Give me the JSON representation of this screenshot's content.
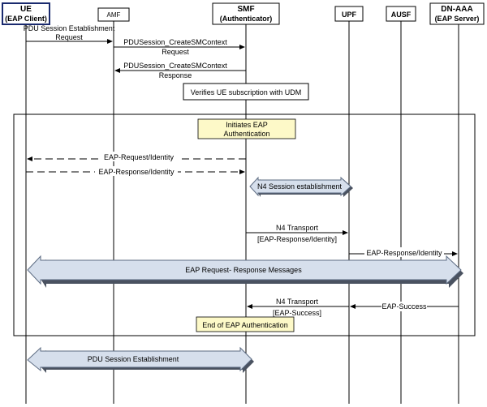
{
  "entities": {
    "ue": {
      "line1": "UE",
      "line2": "(EAP Client)"
    },
    "amf": {
      "label": "AMF"
    },
    "smf": {
      "line1": "SMF",
      "line2": "(Authenticator)"
    },
    "upf": {
      "label": "UPF"
    },
    "ausf": {
      "label": "AUSF"
    },
    "dnaaa": {
      "line1": "DN-AAA",
      "line2": "(EAP Server)"
    }
  },
  "messages": {
    "pdu_req": {
      "line1": "PDU Session Establishment",
      "line2": "Request"
    },
    "create_req": {
      "line1": "PDUSession_CreateSMContext",
      "line2": "Request"
    },
    "create_resp": {
      "line1": "PDUSession_CreateSMContext",
      "line2": "Response"
    },
    "verify": "Verifies UE subscription with UDM",
    "initiates": {
      "line1": "Initiates EAP",
      "line2": "Authentication"
    },
    "eap_req_id": "EAP-Request/Identity",
    "eap_resp_id": "EAP-Response/Identity",
    "n4_session": "N4 Session establishment",
    "n4_transport": {
      "line1": "N4 Transport",
      "line2": "[EAP-Response/Identity]"
    },
    "eap_resp_id2": "EAP-Response/Identity",
    "eap_messages": "EAP Request- Response Messages",
    "n4_transport_success": {
      "line1": "N4 Transport",
      "line2": "[EAP-Success]"
    },
    "eap_success": "EAP-Success",
    "end_eap": "End of EAP Authentication",
    "pdu_establishment": "PDU Session Establishment"
  },
  "colors": {
    "blockarrow_fill": "#d6dfec",
    "blockarrow_dark": "#4a5260",
    "note_fill": "#fdf9c8"
  }
}
